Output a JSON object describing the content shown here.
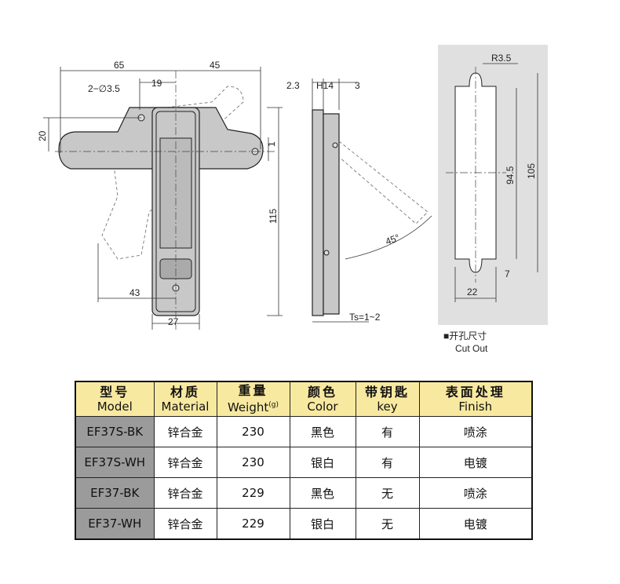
{
  "front_view": {
    "dims": [
      "65",
      "45",
      "2−∅3.5",
      "19",
      "20",
      "1",
      "115",
      "43",
      "27"
    ]
  },
  "side_view": {
    "dims": [
      "2.3",
      "H14",
      "3",
      "45°",
      "Ts=1~2"
    ]
  },
  "cutout": {
    "dims": [
      "R3.5",
      "94.5",
      "105",
      "7",
      "22"
    ],
    "label_zh": "■开孔尺寸",
    "label_en": "Cut Out"
  },
  "table": {
    "headers": [
      {
        "zh": "型号",
        "en": "Model"
      },
      {
        "zh": "材质",
        "en": "Material"
      },
      {
        "zh": "重量",
        "en": "Weight",
        "unit": "(g)"
      },
      {
        "zh": "颜色",
        "en": "Color"
      },
      {
        "zh": "带钥匙",
        "en": "key"
      },
      {
        "zh": "表面处理",
        "en": "Finish"
      }
    ],
    "rows": [
      [
        "EF37S-BK",
        "锌合金",
        "230",
        "黑色",
        "有",
        "喷涂"
      ],
      [
        "EF37S-WH",
        "锌合金",
        "230",
        "银白",
        "有",
        "电镀"
      ],
      [
        "EF37-BK",
        "锌合金",
        "229",
        "黑色",
        "无",
        "喷涂"
      ],
      [
        "EF37-WH",
        "锌合金",
        "229",
        "银白",
        "无",
        "电镀"
      ]
    ]
  },
  "colors": {
    "header_bg": "#f8e9a0",
    "model_bg": "#9b9b9b",
    "cutout_bg": "#e0e0e0"
  }
}
